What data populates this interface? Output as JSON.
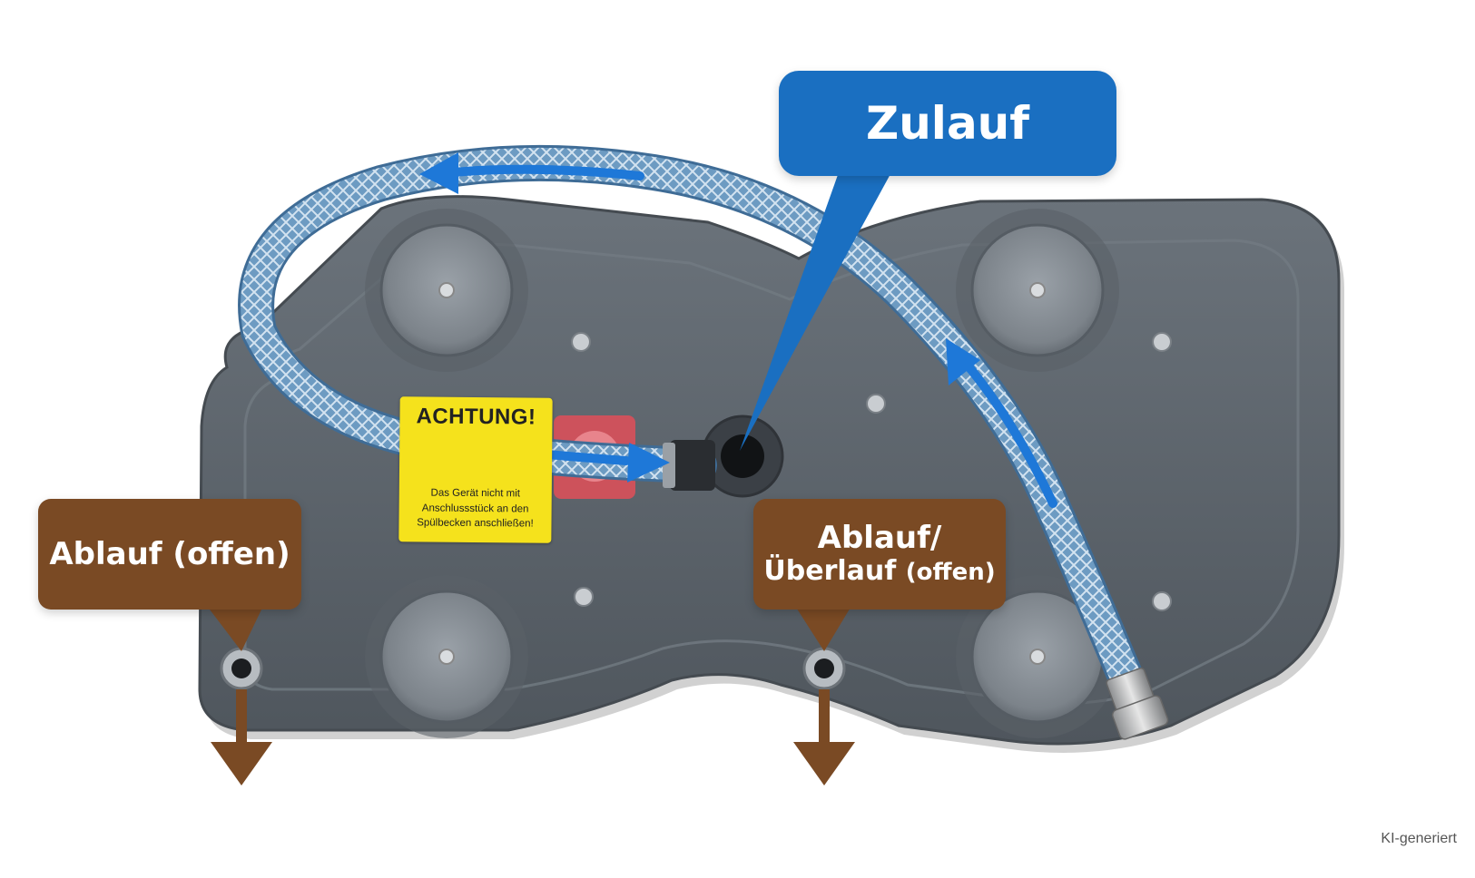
{
  "callouts": {
    "zulauf": "Zulauf",
    "ablauf": "Ablauf (offen)",
    "ueberlauf_line1": "Ablauf/",
    "ueberlauf_line2_main": "Überlauf",
    "ueberlauf_line2_small": "(offen)"
  },
  "warning_label": {
    "title": "ACHTUNG!",
    "text": "Das Gerät nicht mit Anschlussstück an den Spülbecken anschließen!"
  },
  "watermark": "KI-generiert",
  "colors": {
    "inlet_blue": "#1a6fc1",
    "drain_brown": "#7a4a24",
    "housing_gray": "#5d646c",
    "warning_yellow": "#f5e21c"
  }
}
